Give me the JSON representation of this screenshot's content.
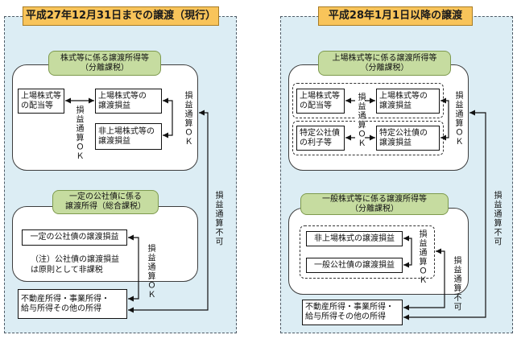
{
  "before": {
    "title": "平成27年12月31日までの譲渡（現行）",
    "listed_group": {
      "label": [
        "株式等に係る譲渡所得等",
        "（分離課税）"
      ],
      "listed_dividends": [
        "上場株式等",
        "の配当等"
      ],
      "listed_gains": [
        "上場株式等の",
        "譲渡損益"
      ],
      "unlisted_gains": [
        "非上場株式等の",
        "譲渡損益"
      ],
      "offset_inner": "損益通算ＯＫ",
      "offset_right": "損益通算ＯＫ"
    },
    "bond_group": {
      "label": [
        "一定の公社債に係る",
        "譲渡所得（総合課税）"
      ],
      "bond_gains": "一定の公社債の譲渡損益",
      "note": [
        "（注）公社債の譲渡損益",
        "は原則として非課税"
      ],
      "offset": "損益通算ＯＫ"
    },
    "other_income": [
      "不動産所得・事業所得・",
      "給与所得その他の所得"
    ],
    "offset_outer": "損益通算不可"
  },
  "after": {
    "title": "平成28年1月1日以降の譲渡",
    "listed_group": {
      "label": [
        "上場株式等に係る譲渡所得等",
        "（分離課税）"
      ],
      "listed_dividends": [
        "上場株式等",
        "の配当等"
      ],
      "listed_gains": [
        "上場株式等の",
        "譲渡損益"
      ],
      "specified_bond_interest": [
        "特定公社債",
        "の利子等"
      ],
      "specified_bond_gains": [
        "特定公社債の",
        "譲渡損益"
      ],
      "offset_inner": "損益通算ＯＫ",
      "offset_right": "損益通算ＯＫ"
    },
    "general_group": {
      "label": [
        "一般株式等に係る譲渡所得等",
        "（分離課税）"
      ],
      "unlisted_gains": "非上場株式の譲渡損益",
      "general_bond_gains": "一般公社債の譲渡損益",
      "offset_inner": "損益通算ＯＫ",
      "offset_outer": "損益通算不可"
    },
    "other_income": [
      "不動産所得・事業所得・",
      "給与所得その他の所得"
    ],
    "offset_outer": "損益通算不可"
  },
  "colors": {
    "panel_background": "#dcedf4",
    "title_background": "#f8c45a",
    "label_background": "#c6dca0"
  }
}
